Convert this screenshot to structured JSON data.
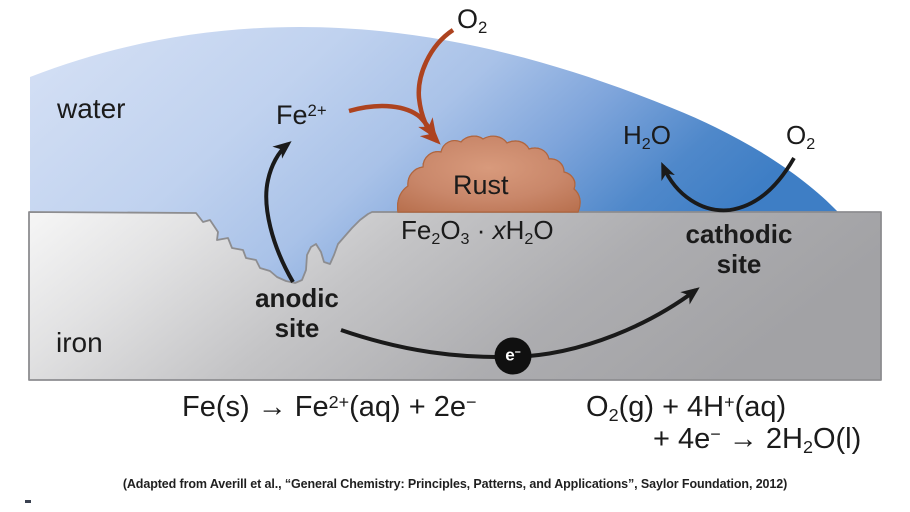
{
  "title": "Corrosion of iron diagram",
  "diagram": {
    "region_labels": {
      "water": "water",
      "iron": "iron",
      "rust": "Rust"
    },
    "species": {
      "fe2_ion": [
        {
          "t": "Fe"
        },
        {
          "t": "2+",
          "v": "sup"
        }
      ],
      "o2_top": [
        {
          "t": "O"
        },
        {
          "t": "2",
          "v": "sub"
        }
      ],
      "o2_right": [
        {
          "t": "O"
        },
        {
          "t": "2",
          "v": "sub"
        }
      ],
      "h2o": [
        {
          "t": "H"
        },
        {
          "t": "2",
          "v": "sub"
        },
        {
          "t": "O"
        }
      ],
      "rust_formula": [
        {
          "t": "Fe"
        },
        {
          "t": "2",
          "v": "sub"
        },
        {
          "t": "O"
        },
        {
          "t": "3",
          "v": "sub"
        },
        {
          "t": " · "
        },
        {
          "t": "x",
          "v": "i"
        },
        {
          "t": "H"
        },
        {
          "t": "2",
          "v": "sub"
        },
        {
          "t": "O"
        }
      ],
      "electron": [
        {
          "t": "e"
        },
        {
          "t": "−",
          "v": "sup"
        }
      ]
    },
    "sites": {
      "anodic": {
        "line1": "anodic",
        "line2": "site"
      },
      "cathodic": {
        "line1": "cathodic",
        "line2": "site"
      }
    },
    "equations": {
      "anodic_half_reaction": [
        {
          "t": "Fe(s) → Fe"
        },
        {
          "t": "2+",
          "v": "sup"
        },
        {
          "t": "(aq) + 2e"
        },
        {
          "t": "−",
          "v": "sup"
        }
      ],
      "cathodic_half_reaction_line1": [
        {
          "t": "O"
        },
        {
          "t": "2",
          "v": "sub"
        },
        {
          "t": "(g) + 4H"
        },
        {
          "t": "+",
          "v": "sup"
        },
        {
          "t": "(aq)"
        }
      ],
      "cathodic_half_reaction_line2": [
        {
          "t": "+ 4e"
        },
        {
          "t": "−",
          "v": "sup"
        },
        {
          "t": " → 2H"
        },
        {
          "t": "2",
          "v": "sub"
        },
        {
          "t": "O(l)"
        }
      ]
    },
    "colors": {
      "water_light": "#d6e1f5",
      "water_deep": "#3e7ec5",
      "iron_light": "#f6f6f6",
      "iron_dark": "#a2a2a5",
      "rust_base": "#c9876a",
      "arrow_red": "#ad431f",
      "arrow_black": "#1a1a1a",
      "electron_badge": "#101010"
    }
  },
  "attribution": "(Adapted from Averill et al., “General Chemistry: Principles, Patterns, and Applications”, Saylor Foundation, 2012)"
}
